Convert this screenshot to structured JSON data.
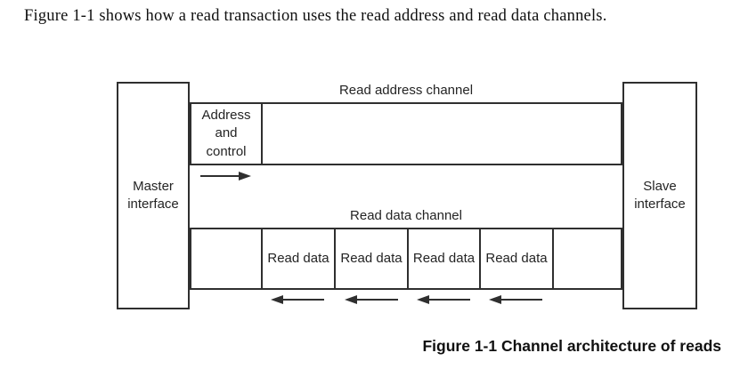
{
  "intro_text": "Figure 1-1 shows how a read transaction uses the read address and read data channels.",
  "diagram": {
    "master_label": "Master interface",
    "slave_label": "Slave interface",
    "read_address_channel_label": "Read address channel",
    "read_data_channel_label": "Read data channel",
    "address_cell_label": "Address and control",
    "read_data_labels": [
      "Read data",
      "Read data",
      "Read data",
      "Read data"
    ],
    "arrows": {
      "address_direction": "master-to-slave",
      "read_data_direction": "slave-to-master"
    },
    "colors": {
      "line": "#2f2f2f",
      "text": "#242424",
      "background": "#ffffff"
    }
  },
  "caption": "Figure 1-1 Channel architecture of reads"
}
